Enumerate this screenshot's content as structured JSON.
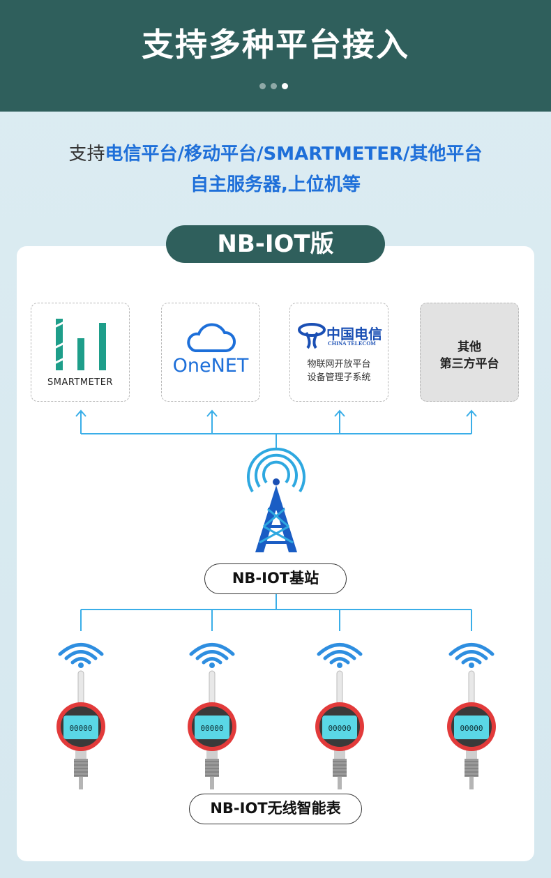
{
  "header": {
    "title": "支持多种平台接入",
    "pager": {
      "count": 3,
      "active_index": 2
    }
  },
  "subtitle": {
    "line1_prefix": "支持",
    "line1_highlight": "电信平台/移动平台/SMARTMETER/其他平台",
    "line2": "自主服务器,上位机等"
  },
  "section": {
    "badge": "NB-IOT版"
  },
  "platforms": [
    {
      "name": "SMARTMETER",
      "icon": "smartmeter-logo-icon"
    },
    {
      "name": "OneNET",
      "icon": "cloud-icon"
    },
    {
      "name_cn": "中国电信",
      "name_en": "CHINA TELECOM",
      "line1": "物联网开放平台",
      "line2": "设备管理子系统",
      "icon": "china-telecom-logo-icon"
    },
    {
      "line1": "其他",
      "line2": "第三方平台"
    }
  ],
  "station": {
    "label": "NB-IOT基站",
    "icon": "signal-tower-icon"
  },
  "meters": {
    "label": "NB-IOT无线智能表",
    "count": 4,
    "icon": "pressure-gauge-icon",
    "display_value": "00000"
  },
  "colors": {
    "header_bg": "#2f5f5c",
    "highlight_blue": "#1e6fd9",
    "line_blue": "#3aaee8",
    "meter_red": "#e23a3a",
    "lcd_cyan": "#5ad7e6"
  }
}
